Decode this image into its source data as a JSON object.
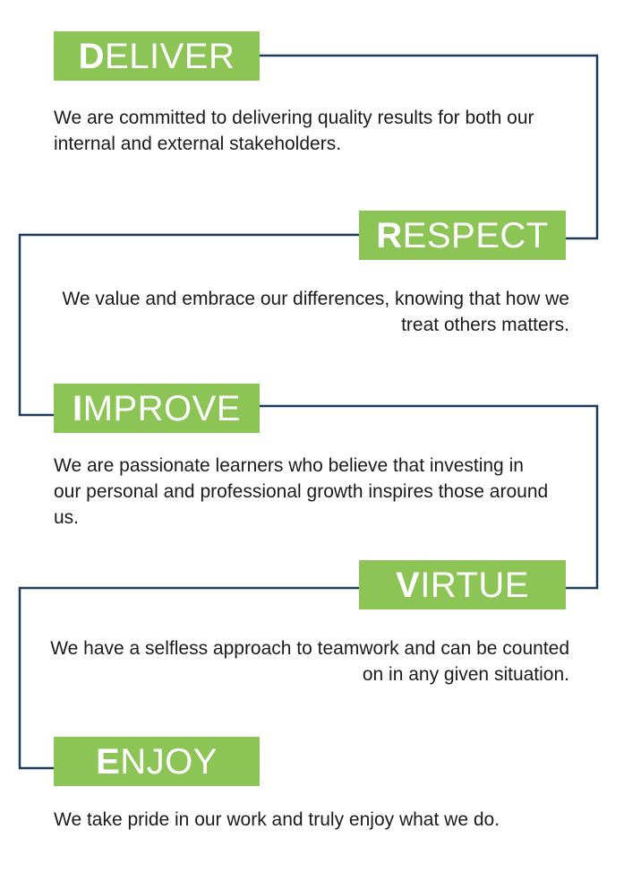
{
  "colors": {
    "tag_background": "#8cc556",
    "tag_text": "#ffffff",
    "connector_line": "#1f3a5c",
    "body_text": "#1b1b1b"
  },
  "values": [
    {
      "initial": "D",
      "rest": "ELIVER",
      "description": "We are committed to delivering quality results for both our internal and external stakeholders."
    },
    {
      "initial": "R",
      "rest": "ESPECT",
      "description": "We value and embrace our differences, knowing that how we treat others matters."
    },
    {
      "initial": "I",
      "rest": "MPROVE",
      "description": "We are passionate learners who believe that investing in our personal and professional growth inspires those around us."
    },
    {
      "initial": "V",
      "rest": "IRTUE",
      "description": "We have a selfless approach to teamwork and can be counted on in any given situation."
    },
    {
      "initial": "E",
      "rest": "NJOY",
      "description": "We take pride in our work and truly enjoy what we do."
    }
  ]
}
